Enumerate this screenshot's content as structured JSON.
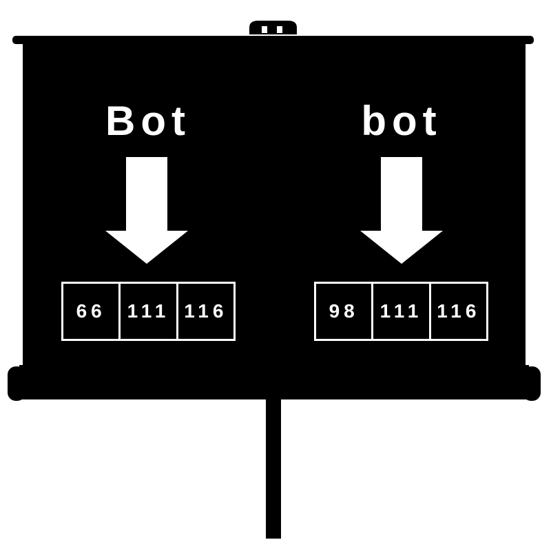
{
  "colors": {
    "board": "#000000",
    "text": "#ffffff",
    "background": "#ffffff"
  },
  "left": {
    "word": "Bot",
    "codes": [
      "66",
      "111",
      "116"
    ]
  },
  "right": {
    "word": "bot",
    "codes": [
      "98",
      "111",
      "116"
    ]
  }
}
